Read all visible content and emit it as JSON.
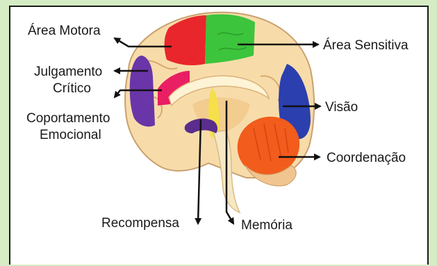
{
  "labels": {
    "motor": "Área Motora",
    "sensory": "Área Sensitiva",
    "judgment_line1": "Julgamento",
    "judgment_line2": "Crítico",
    "emotion_line1": "Coportamento",
    "emotion_line2": "Emocional",
    "vision": "Visão",
    "coordination": "Coordenação",
    "reward": "Recompensa",
    "memory": "Memória"
  },
  "colors": {
    "background": "#d5ecc4",
    "panel": "#ffffff",
    "brain_base": "#f7dcaa",
    "brain_outline": "#c9a06e",
    "motor_region": "#e8262b",
    "sensory_region": "#3cc43c",
    "judgment_region": "#6a35a8",
    "emotion_region": "#e91e63",
    "vision_region": "#2b3fae",
    "coordination_region": "#f25c1c",
    "reward_region": "#5b2d8c",
    "memory_region": "#f5e04a",
    "arrow": "#111111"
  }
}
